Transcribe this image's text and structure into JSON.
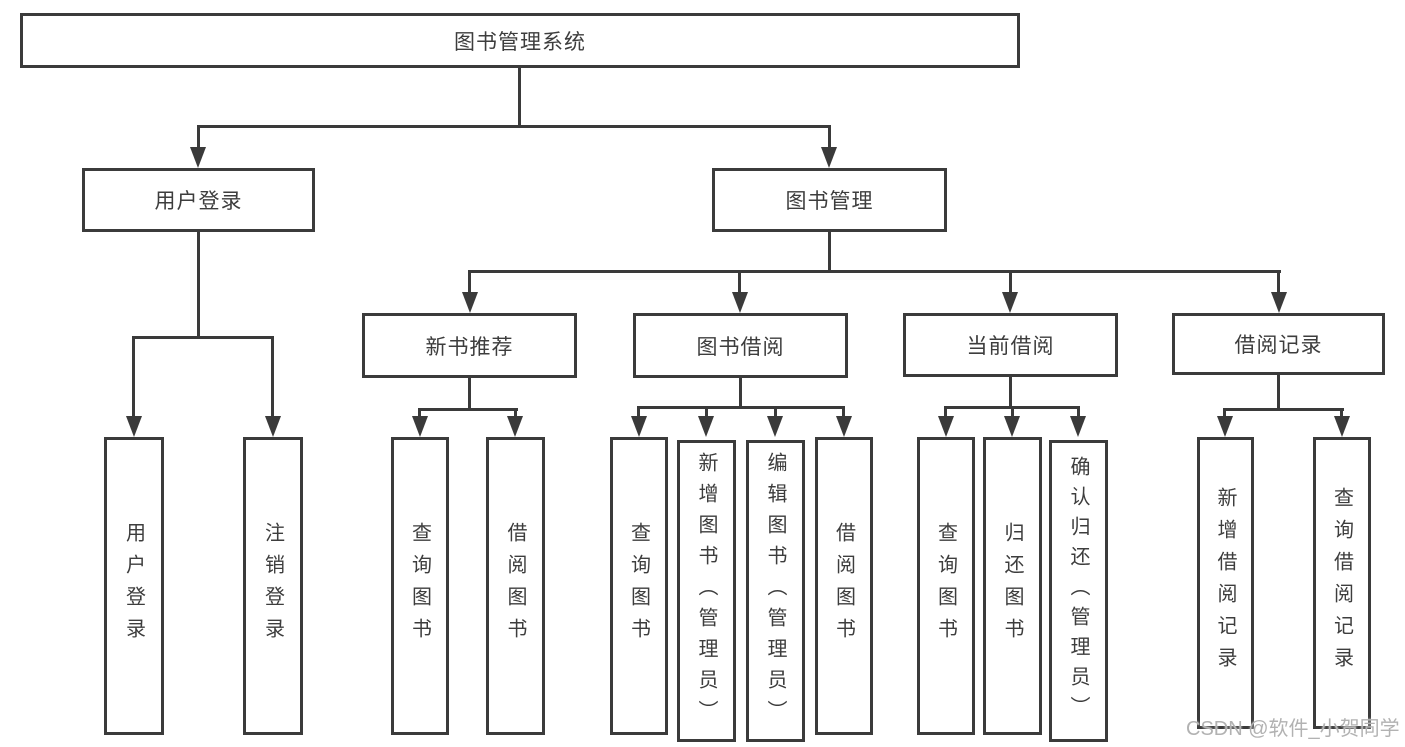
{
  "colors": {
    "line": "#3a3a3a",
    "box_border": "#3b3b3b",
    "text": "#3d3d3d",
    "background": "#ffffff",
    "watermark": "#b2b2b2"
  },
  "watermark": {
    "text": "CSDN @软件_小贺同学"
  },
  "tree": {
    "root": {
      "label": "图书管理系统"
    },
    "branches": [
      {
        "label": "用户登录",
        "children": [
          {
            "label": "用户登录"
          },
          {
            "label": "注销登录"
          }
        ]
      },
      {
        "label": "图书管理",
        "children": [
          {
            "label": "新书推荐",
            "children": [
              {
                "label": "查询图书"
              },
              {
                "label": "借阅图书"
              }
            ]
          },
          {
            "label": "图书借阅",
            "children": [
              {
                "label": "查询图书"
              },
              {
                "label": "新增图书（管理员）"
              },
              {
                "label": "编辑图书（管理员）"
              },
              {
                "label": "借阅图书"
              }
            ]
          },
          {
            "label": "当前借阅",
            "children": [
              {
                "label": "查询图书"
              },
              {
                "label": "归还图书"
              },
              {
                "label": "确认归还（管理员）"
              }
            ]
          },
          {
            "label": "借阅记录",
            "children": [
              {
                "label": "新增借阅记录"
              },
              {
                "label": "查询借阅记录"
              }
            ]
          }
        ]
      }
    ]
  }
}
